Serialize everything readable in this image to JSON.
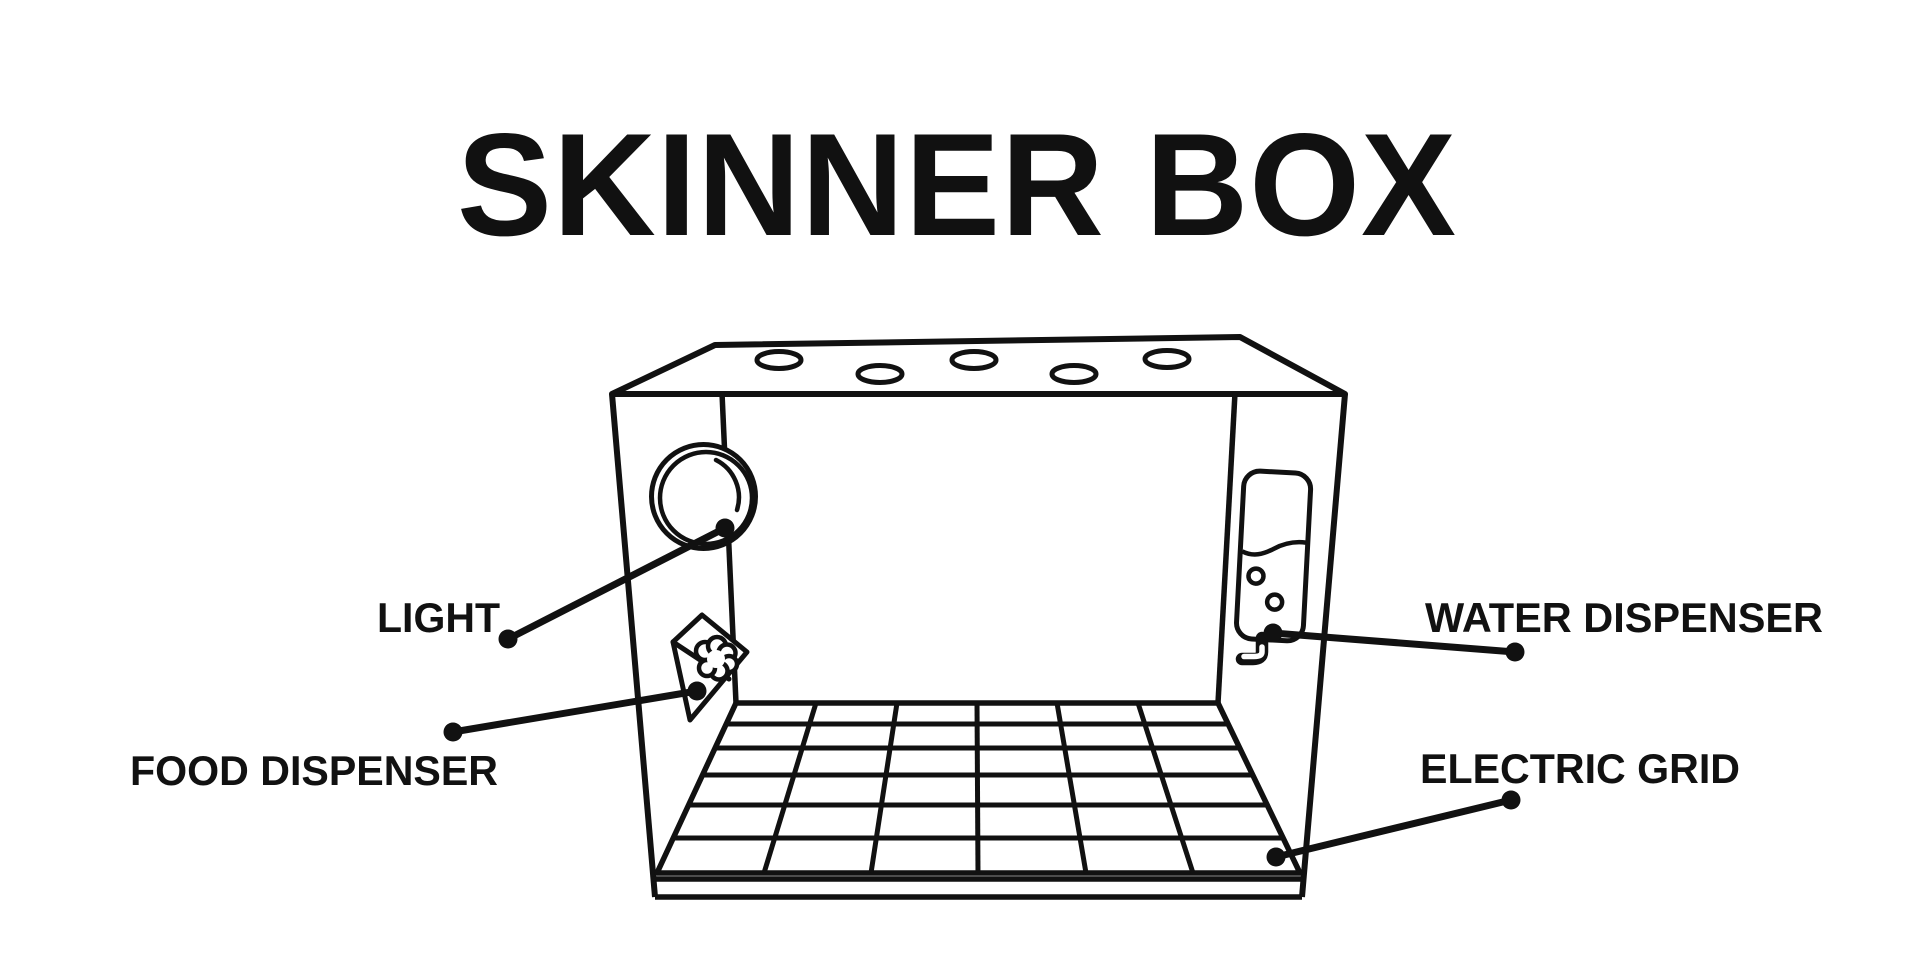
{
  "title": "SKINNER BOX",
  "diagram": {
    "labels": {
      "light": "LIGHT",
      "food_dispenser": "FOOD DISPENSER",
      "water_dispenser": "WATER DISPENSER",
      "electric_grid": "ELECTRIC GRID"
    },
    "colors": {
      "ink": "#111111",
      "background": "#ffffff"
    }
  }
}
